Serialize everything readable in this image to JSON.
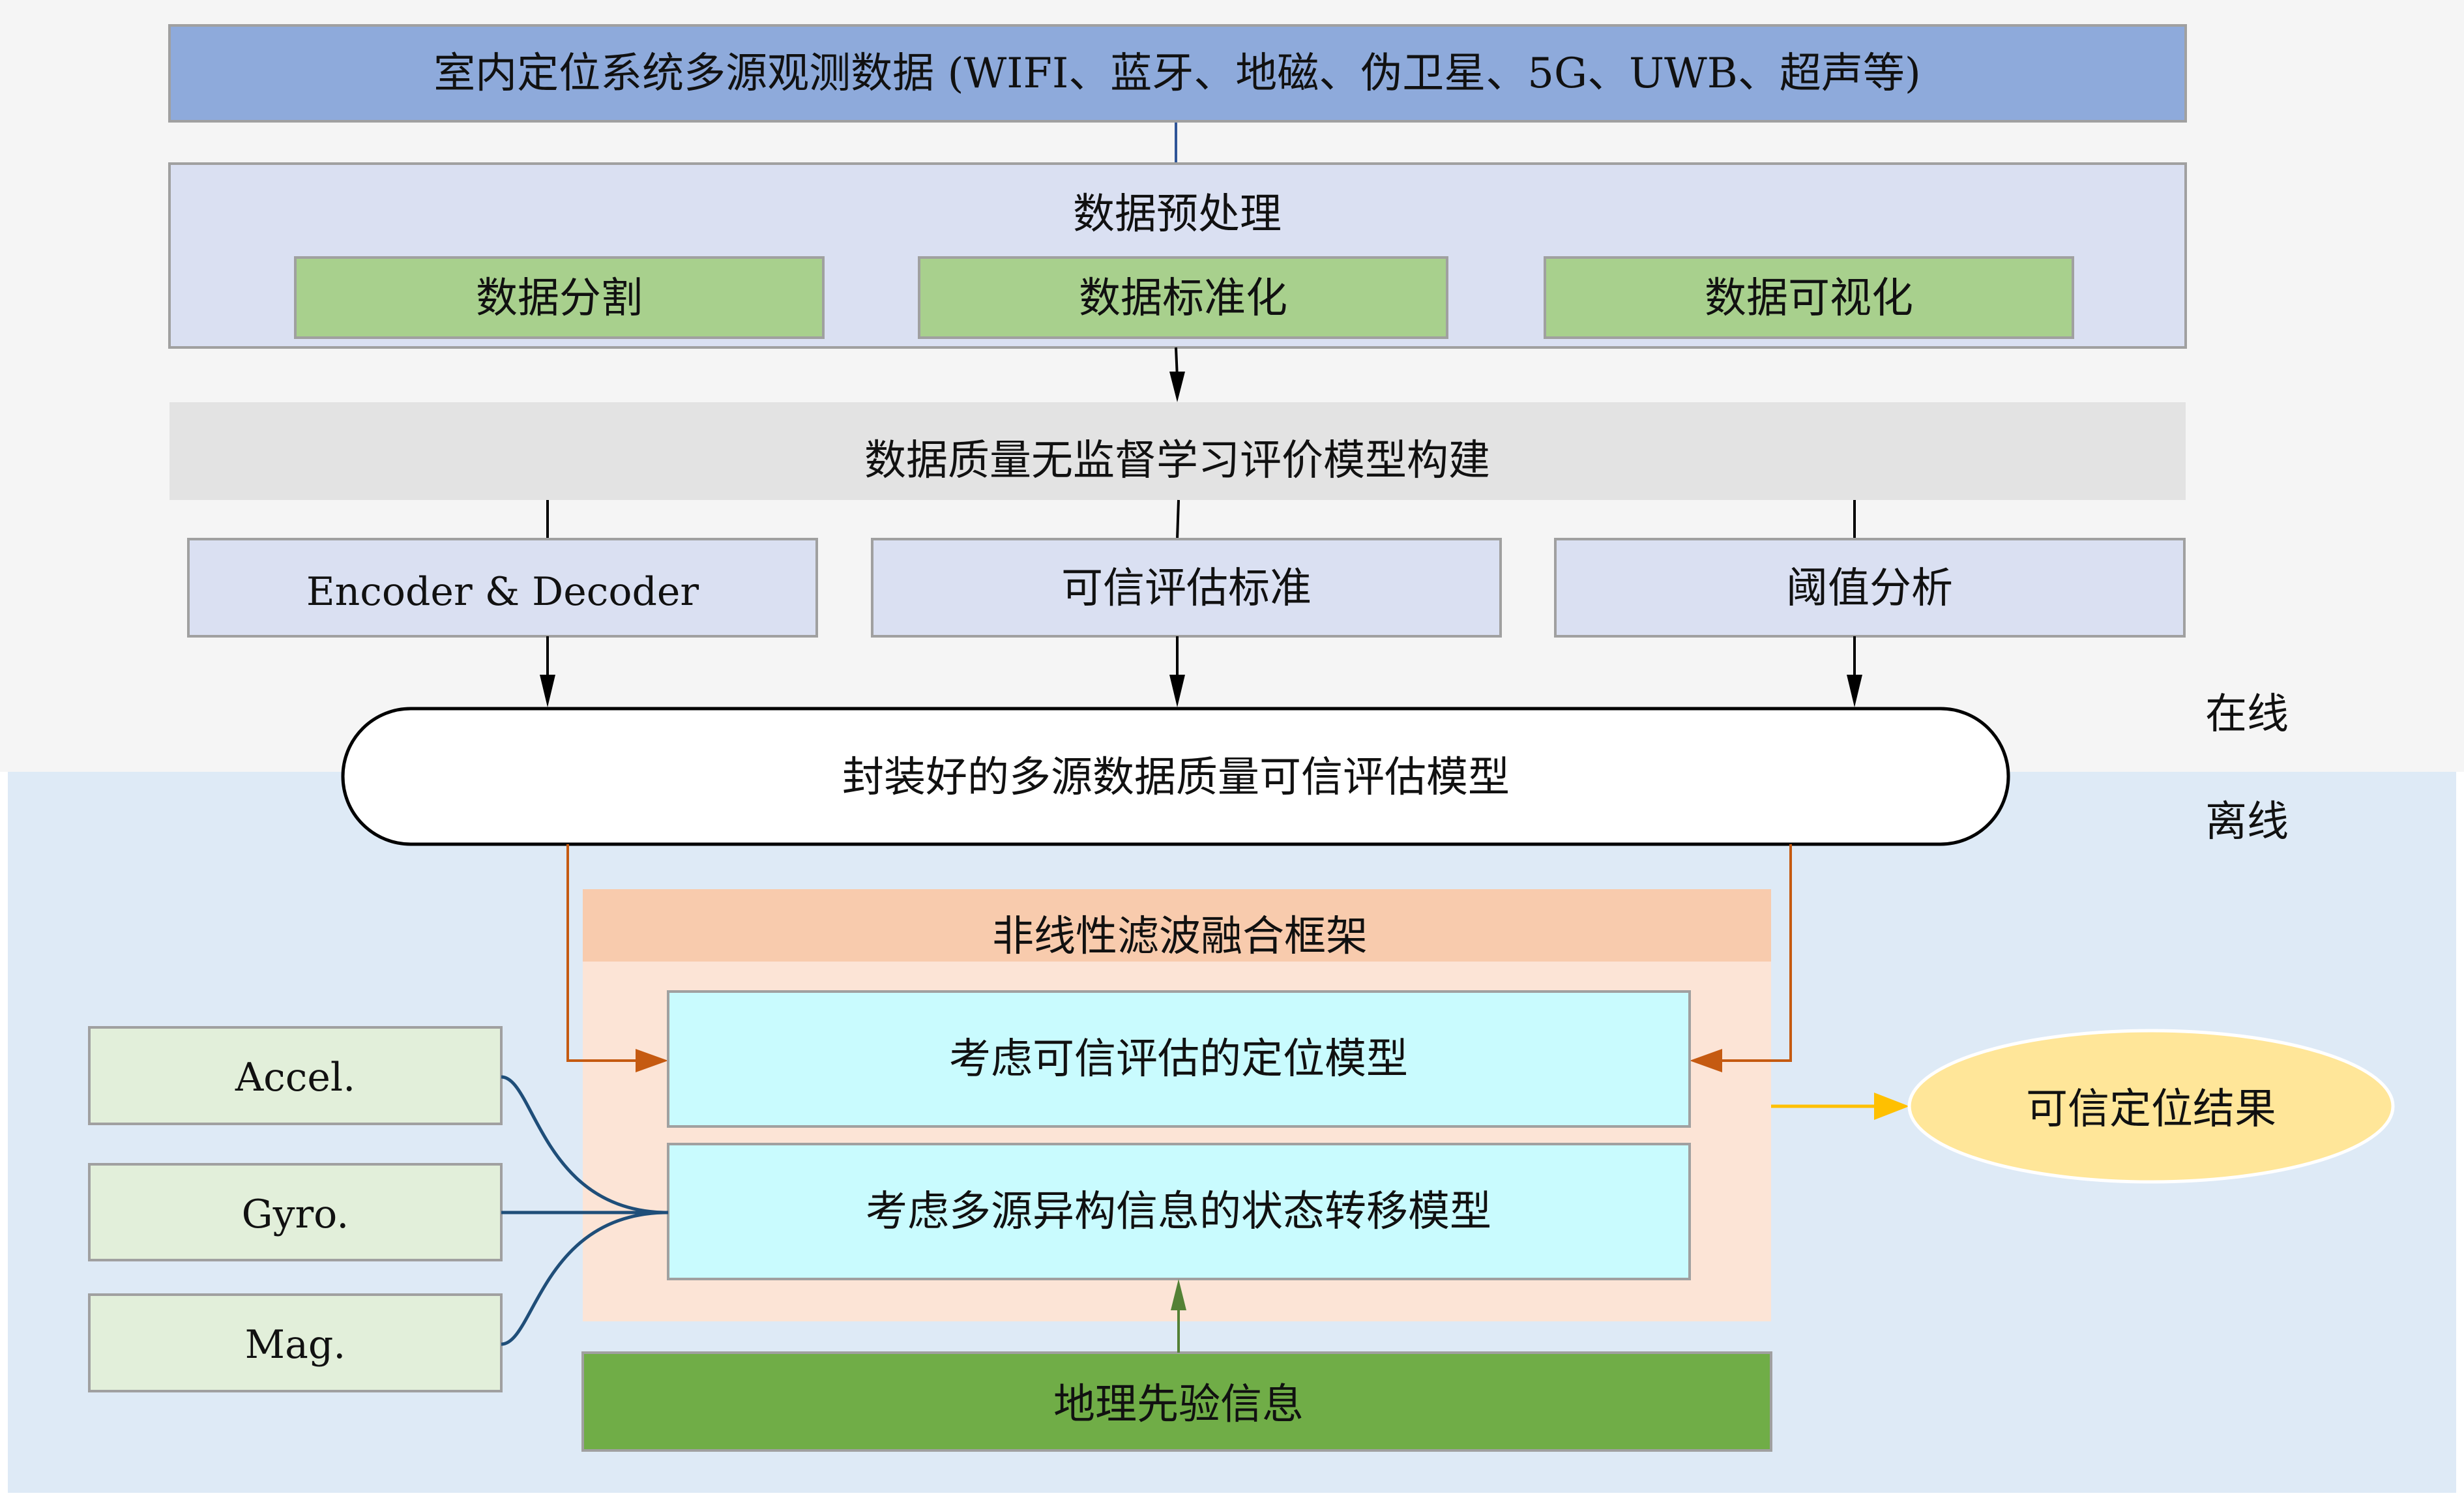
{
  "zones": {
    "online_label": "在线",
    "offline_label": "离线"
  },
  "source_data": {
    "label": "室内定位系统多源观测数据 (WIFI、蓝牙、地磁、伪卫星、5G、UWB、超声等)"
  },
  "preprocessing": {
    "title": "数据预处理",
    "steps": [
      "数据分割",
      "数据标准化",
      "数据可视化"
    ]
  },
  "quality_model_building": {
    "title": "数据质量无监督学习评价模型构建",
    "components": [
      "Encoder & Decoder",
      "可信评估标准",
      "阈值分析"
    ]
  },
  "packaged_model": {
    "label": "封装好的多源数据质量可信评估模型"
  },
  "fusion_framework": {
    "title": "非线性滤波融合框架",
    "positioning_model": "考虑可信评估的定位模型",
    "transition_model": "考虑多源异构信息的状态转移模型"
  },
  "sensors": [
    "Accel.",
    "Gyro.",
    "Mag."
  ],
  "geo_prior": {
    "label": "地理先验信息"
  },
  "result": {
    "label": "可信定位结果"
  },
  "colors": {
    "online_bg": "#f5f5f5",
    "offline_bg": "#deeaf6",
    "source_box": "#8eaadb",
    "preprocess_box": "#dae0f2",
    "step_box": "#a8d08d",
    "quality_box": "#e3e3e3",
    "component_box": "#dae0f2",
    "fusion_header": "#f8cbad",
    "fusion_body": "#fce4d6",
    "model_box": "#c9fbfe",
    "sensor_box": "#e2efda",
    "geo_box": "#70ad47",
    "result_ellipse": "#ffe699",
    "orange_arrow": "#c55a11",
    "blue_curve": "#1f4e79",
    "green_arrow": "#538135",
    "yellow_arrow": "#ffc000"
  }
}
